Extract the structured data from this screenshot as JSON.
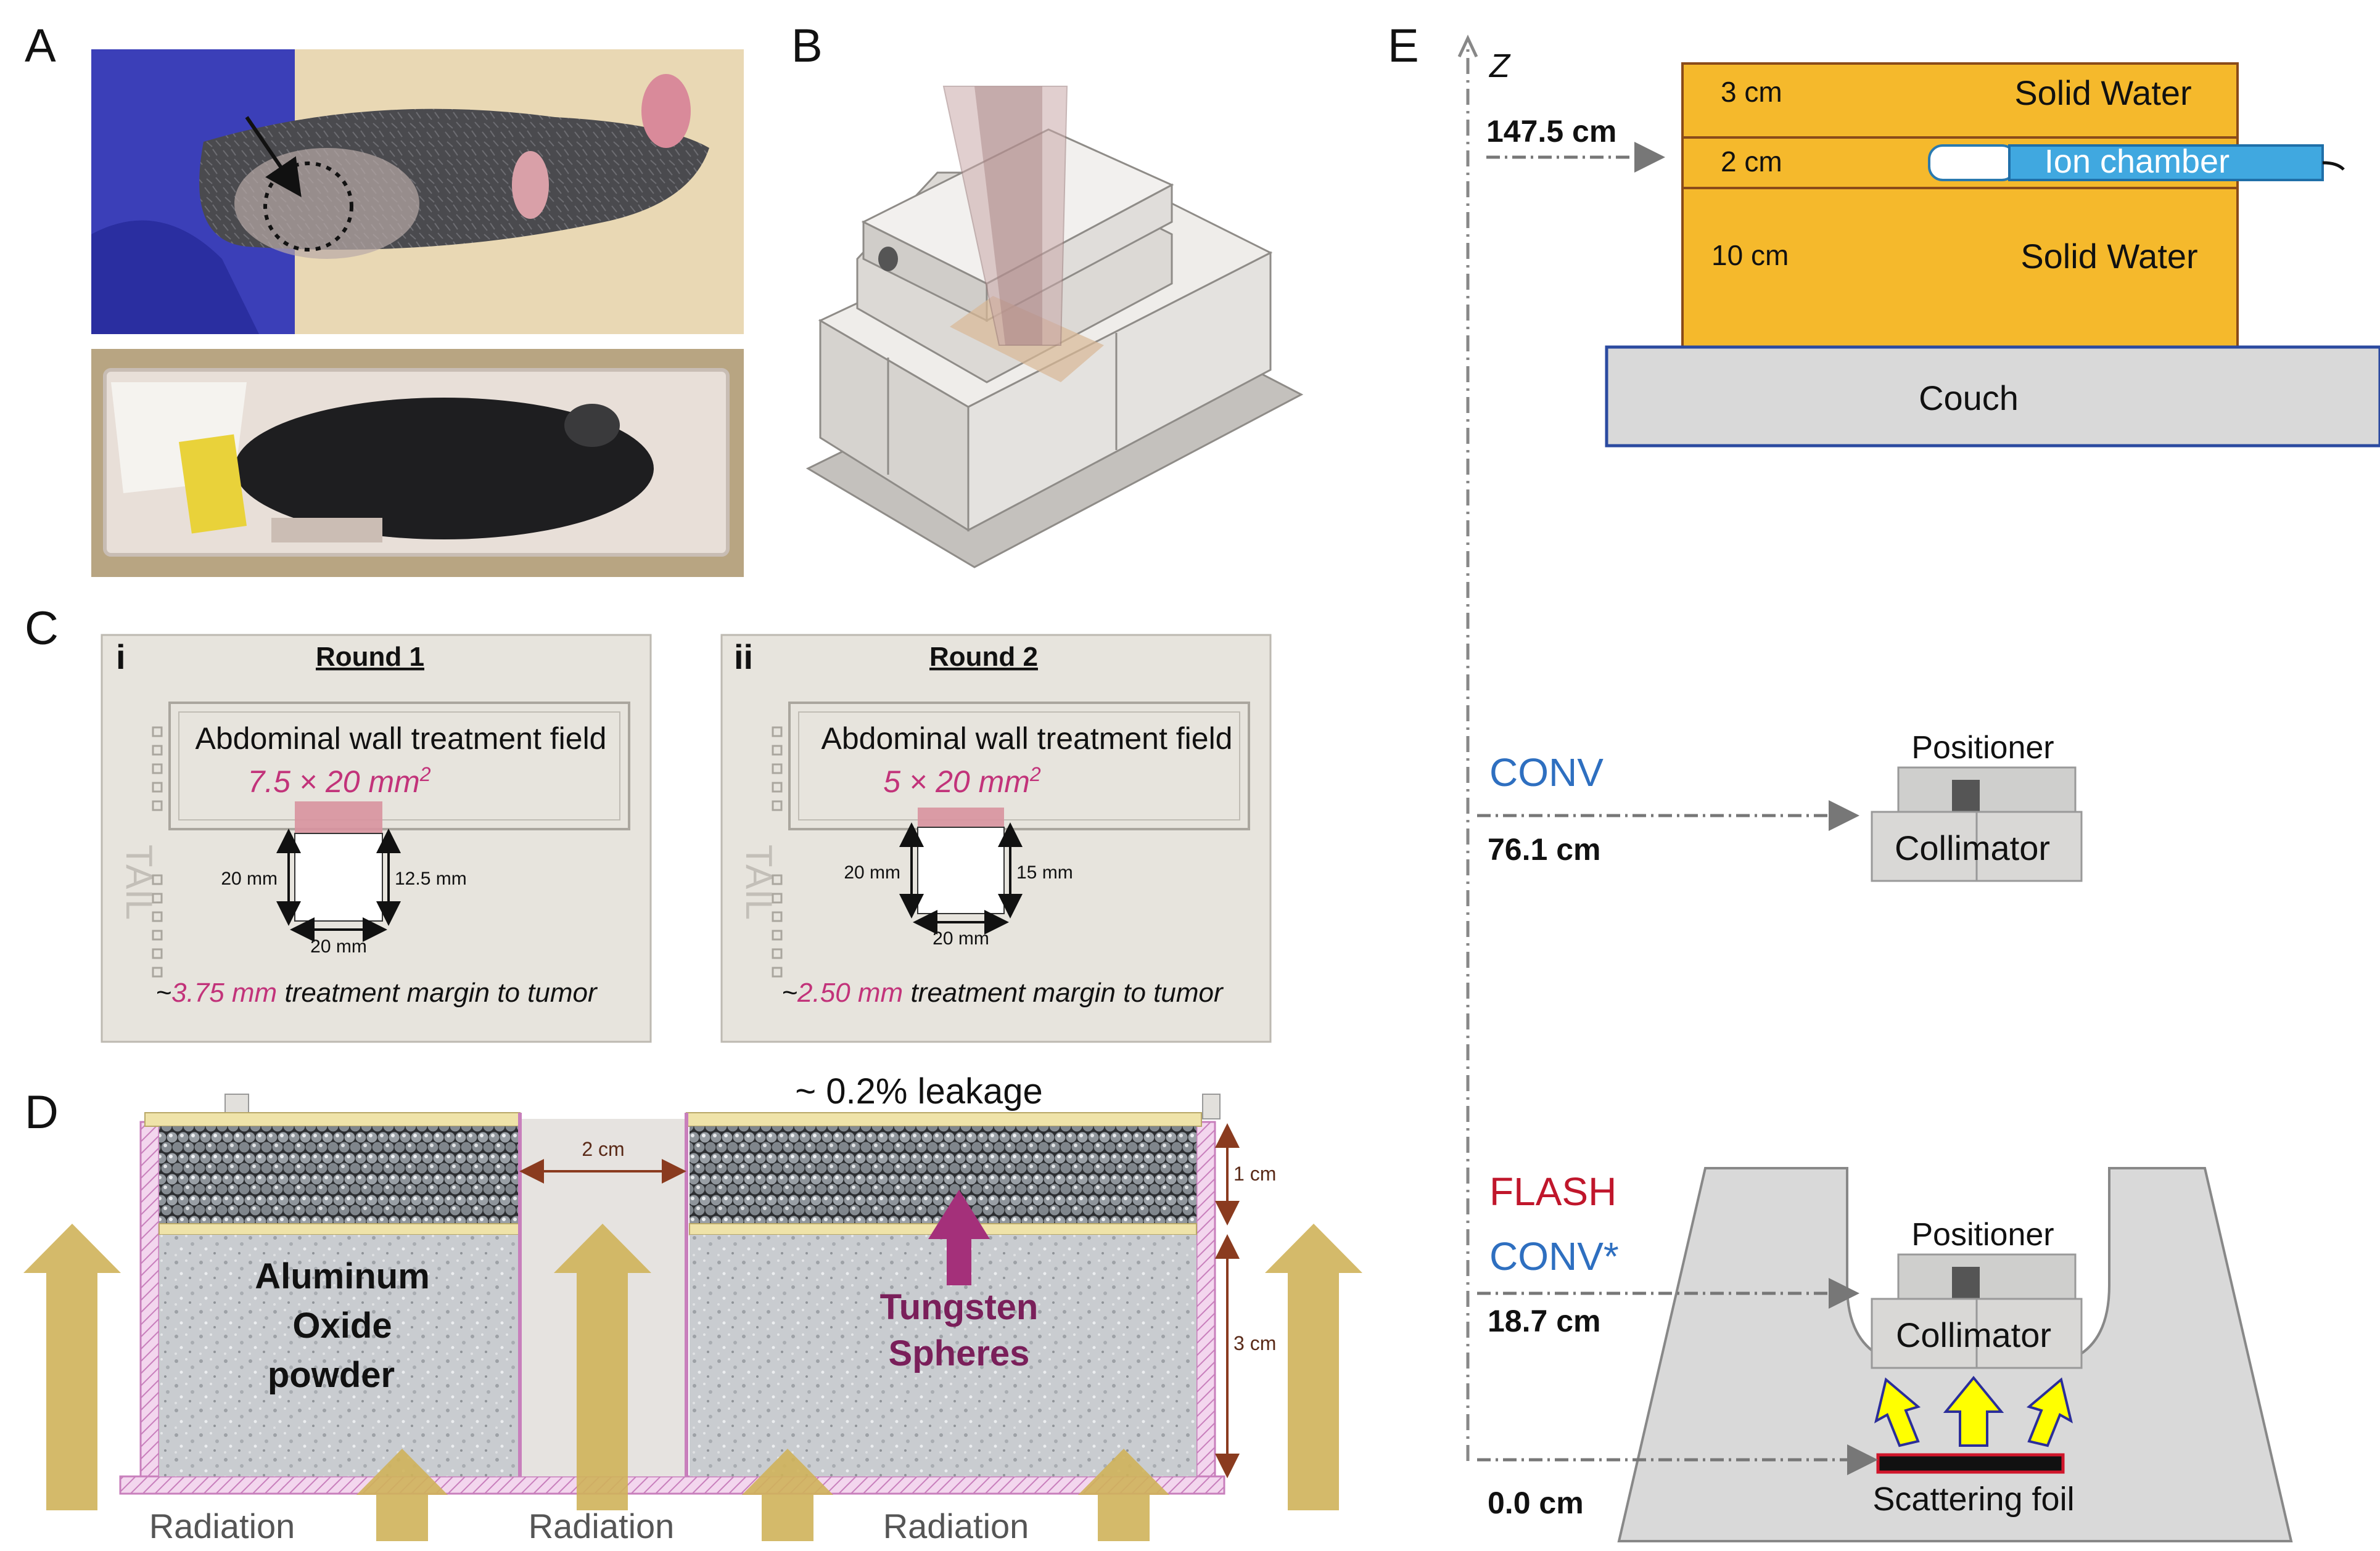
{
  "panels": {
    "a": "A",
    "b": "B",
    "c": "C",
    "d": "D",
    "e": "E"
  },
  "panel_c": {
    "rounds": [
      {
        "roman": "i",
        "title": "Round 1",
        "field_label": "Abdominal wall treatment field",
        "field_size": "7.5 × 20 mm",
        "exponent": "2",
        "left_dim": "20 mm",
        "right_dim": "12.5 mm",
        "bottom_dim": "20 mm",
        "margin_value": "3.75 mm",
        "margin_text": "treatment margin to tumor"
      },
      {
        "roman": "ii",
        "title": "Round 2",
        "field_label": "Abdominal wall treatment field",
        "field_size": "5 × 20 mm",
        "exponent": "2",
        "left_dim": "20 mm",
        "right_dim": "15 mm",
        "bottom_dim": "20 mm",
        "margin_value": "2.50 mm",
        "margin_text": "treatment margin to tumor"
      }
    ],
    "tail_label": "TAIL",
    "tilde": "~"
  },
  "panel_d": {
    "leakage": "~ 0.2% leakage",
    "gap_dim": "2 cm",
    "top_dim": "1 cm",
    "side_dim": "3 cm",
    "left_material": [
      "Aluminum",
      "Oxide",
      "powder"
    ],
    "right_material": [
      "Tungsten",
      "Spheres"
    ],
    "radiation": [
      "Radiation",
      "Radiation",
      "Radiation"
    ],
    "colors": {
      "arrow": "#cfb35a",
      "tungsten_arrow": "#a4307a",
      "wall": "#d99ad0"
    }
  },
  "panel_e": {
    "axis_label": "Z",
    "stack": {
      "top_thickness": "3 cm",
      "top_material": "Solid Water",
      "mid_thickness": "2 cm",
      "chamber": "Ion chamber",
      "bottom_thickness": "10 cm",
      "bottom_material": "Solid Water",
      "couch": "Couch",
      "height": "147.5 cm"
    },
    "conv": {
      "mode": "CONV",
      "height": "76.1 cm",
      "positioner": "Positioner",
      "collimator": "Collimator"
    },
    "flash": {
      "mode1": "FLASH",
      "mode2": "CONV*",
      "height": "18.7 cm",
      "positioner": "Positioner",
      "collimator": "Collimator",
      "foil": "Scattering foil"
    },
    "origin": "0.0 cm",
    "colors": {
      "solid_water": "#f5b92c",
      "ion_chamber": "#40a8e0",
      "flash": "#c0162b",
      "conv": "#2e6fc0",
      "couch": "#d9d9d9"
    }
  }
}
